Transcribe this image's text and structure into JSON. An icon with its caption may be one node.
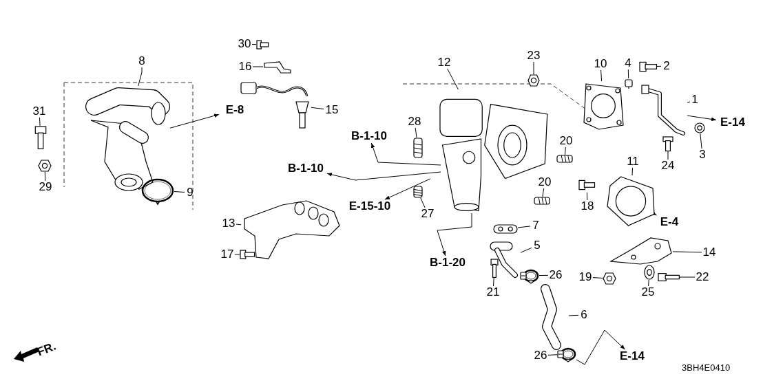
{
  "diagram": {
    "nodes": [
      {
        "text": [
          "30"
        ]
      },
      {
        "text": [],
        "shape": "picture"
      },
      {
        "text": [
          "16"
        ]
      },
      {
        "text": [],
        "shape": "picture"
      },
      {
        "text": [
          "8"
        ]
      },
      {
        "text": [],
        "shape": "picture"
      },
      {
        "text": [
          "15"
        ]
      },
      {
        "text": [],
        "shape": "picture"
      },
      {
        "text": [
          "31"
        ]
      },
      {
        "text": [],
        "shape": "picture"
      },
      {
        "text": [
          "12"
        ]
      },
      {
        "text": [],
        "shape": "picture"
      },
      {
        "text": [
          "23"
        ]
      },
      {
        "text": [],
        "shape": "picture"
      },
      {
        "text": [
          "10"
        ]
      },
      {
        "text": [],
        "shape": "picture"
      },
      {
        "text": [
          "4"
        ]
      },
      {
        "text": [],
        "shape": "picture"
      },
      {
        "text": [
          "2"
        ]
      },
      {
        "text": [],
        "shape": "picture"
      },
      {
        "text": [
          "1"
        ]
      },
      {
        "text": [],
        "shape": "picture"
      },
      {
        "text": [
          "E-8"
        ]
      },
      {
        "text": [
          "28"
        ]
      },
      {
        "text": [],
        "shape": "picture"
      },
      {
        "text": [
          "B-1-10"
        ]
      },
      {
        "text": [
          "20"
        ]
      },
      {
        "text": [],
        "shape": "picture"
      },
      {
        "text": [
          "3"
        ]
      },
      {
        "text": [],
        "shape": "picture"
      },
      {
        "text": [
          "24"
        ]
      },
      {
        "text": [],
        "shape": "picture"
      },
      {
        "text": [
          "E-14"
        ]
      },
      {
        "text": [
          "11"
        ]
      },
      {
        "text": [],
        "shape": "picture"
      },
      {
        "text": [
          "B-1-10"
        ]
      },
      {
        "text": [
          "29"
        ]
      },
      {
        "text": [],
        "shape": "picture"
      },
      {
        "text": [
          "9"
        ]
      },
      {
        "text": [],
        "shape": "picture"
      },
      {
        "text": [
          "20"
        ]
      },
      {
        "text": [],
        "shape": "picture"
      },
      {
        "text": [
          "E-15-10"
        ]
      },
      {
        "text": [
          "27"
        ]
      },
      {
        "text": [],
        "shape": "picture"
      },
      {
        "text": [
          "18"
        ]
      },
      {
        "text": [],
        "shape": "picture"
      },
      {
        "text": [
          "13"
        ]
      },
      {
        "text": [],
        "shape": "picture"
      },
      {
        "text": [
          "7"
        ]
      },
      {
        "text": [],
        "shape": "picture"
      },
      {
        "text": [
          "E-4"
        ]
      },
      {
        "text": [
          "5"
        ]
      },
      {
        "text": [],
        "shape": "picture"
      },
      {
        "text": [
          "17"
        ]
      },
      {
        "text": [],
        "shape": "picture"
      },
      {
        "text": [
          "B-1-20"
        ]
      },
      {
        "text": [
          "14"
        ]
      },
      {
        "text": [],
        "shape": "picture"
      },
      {
        "text": [
          "26"
        ]
      },
      {
        "text": [],
        "shape": "picture"
      },
      {
        "text": [
          "19"
        ]
      },
      {
        "text": [],
        "shape": "picture"
      },
      {
        "text": [
          "22"
        ]
      },
      {
        "text": [],
        "shape": "picture"
      },
      {
        "text": [
          "21"
        ]
      },
      {
        "text": [],
        "shape": "picture"
      },
      {
        "text": [
          "25"
        ]
      },
      {
        "text": [],
        "shape": "picture"
      },
      {
        "text": [
          "6"
        ]
      },
      {
        "text": [],
        "shape": "picture"
      },
      {
        "text": [
          "26"
        ]
      },
      {
        "text": [],
        "shape": "picture"
      },
      {
        "text": [
          "E-14"
        ]
      }
    ],
    "edges": [
      {
        "from": 0,
        "to": 1,
        "arrow": "none"
      },
      {
        "from": 2,
        "to": 3,
        "arrow": "none"
      },
      {
        "from": 4,
        "to": 5,
        "arrow": "none"
      },
      {
        "from": 6,
        "to": 7,
        "arrow": "none"
      },
      {
        "from": 8,
        "to": 9,
        "arrow": "none"
      },
      {
        "from": 10,
        "to": 11,
        "arrow": "none"
      },
      {
        "from": 12,
        "to": 13,
        "arrow": "none"
      },
      {
        "from": 14,
        "to": 15,
        "arrow": "none"
      },
      {
        "from": 16,
        "to": 17,
        "arrow": "none"
      },
      {
        "from": 18,
        "to": 19,
        "arrow": "none"
      },
      {
        "from": 20,
        "to": 21,
        "arrow": "none"
      },
      {
        "from": 23,
        "to": 24,
        "arrow": "none"
      },
      {
        "from": 26,
        "to": 27,
        "arrow": "none"
      },
      {
        "from": 28,
        "to": 29,
        "arrow": "none"
      },
      {
        "from": 30,
        "to": 31,
        "arrow": "none"
      },
      {
        "from": 33,
        "to": 34,
        "arrow": "none"
      },
      {
        "from": 36,
        "to": 37,
        "arrow": "none"
      },
      {
        "from": 38,
        "to": 39,
        "arrow": "none"
      },
      {
        "from": 40,
        "to": 41,
        "arrow": "none"
      },
      {
        "from": 43,
        "to": 44,
        "arrow": "none"
      },
      {
        "from": 45,
        "to": 46,
        "arrow": "none"
      },
      {
        "from": 47,
        "to": 48,
        "arrow": "none"
      },
      {
        "from": 49,
        "to": 50,
        "arrow": "none"
      },
      {
        "from": 52,
        "to": 53,
        "arrow": "none"
      },
      {
        "from": 54,
        "to": 55,
        "arrow": "none"
      },
      {
        "from": 57,
        "to": 58,
        "arrow": "none"
      },
      {
        "from": 59,
        "to": 60,
        "arrow": "none"
      },
      {
        "from": 61,
        "to": 62,
        "arrow": "none"
      },
      {
        "from": 63,
        "to": 64,
        "arrow": "none"
      },
      {
        "from": 65,
        "to": 66,
        "arrow": "none"
      },
      {
        "from": 67,
        "to": 68,
        "arrow": "none"
      },
      {
        "from": 69,
        "to": 70,
        "arrow": "none"
      },
      {
        "from": 71,
        "to": 72,
        "arrow": "none"
      },
      {
        "from": 5,
        "to": 22,
        "arrow": "to"
      },
      {
        "from": 11,
        "to": 25,
        "arrow": "to"
      },
      {
        "from": 11,
        "to": 35,
        "arrow": "to"
      },
      {
        "from": 11,
        "to": 42,
        "arrow": "to"
      },
      {
        "from": 11,
        "to": 56,
        "arrow": "to"
      },
      {
        "from": 34,
        "to": 51,
        "arrow": "to"
      },
      {
        "from": 21,
        "to": 32,
        "arrow": "to"
      },
      {
        "from": 72,
        "to": 73,
        "arrow": "to"
      }
    ],
    "labels": [
      "FR.",
      "3BH4E0410"
    ]
  }
}
